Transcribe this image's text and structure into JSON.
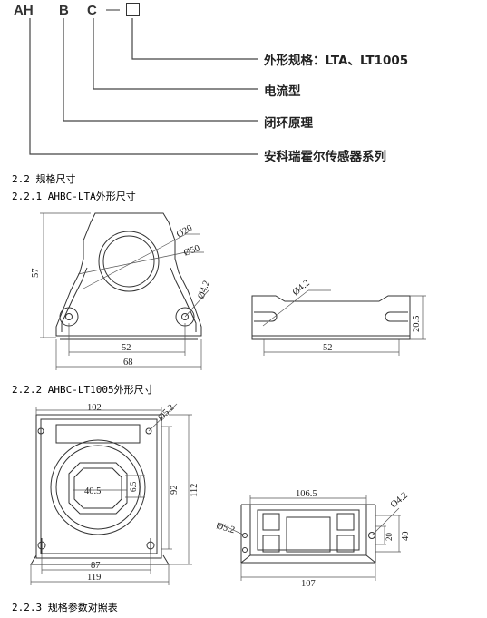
{
  "model_code": {
    "part1": "AH",
    "part2": "B",
    "part3": "C",
    "separator": "—",
    "placeholder_box": "□"
  },
  "model_legend": [
    "外形规格：LTA、LT1005",
    "电流型",
    "闭环原理",
    "安科瑞霍尔传感器系列"
  ],
  "sections": {
    "s22": "2.2 规格尺寸",
    "s221": "2.2.1 AHBC-LTA外形尺寸",
    "s222": "2.2.2 AHBC-LT1005外形尺寸",
    "s223": "2.2.3 规格参数对照表"
  },
  "lta_dims": {
    "height": "57",
    "hole_dia": "Ø20",
    "outer_dia": "Ø50",
    "mount_hole": "Ø4.2",
    "mount_span": "52",
    "base_width": "68",
    "side_mount_hole": "Ø4.2",
    "side_height": "20.5",
    "side_span": "52"
  },
  "lt1005_dims": {
    "top_width": "102",
    "mount_hole_top": "Ø5.2",
    "window_w": "40.5",
    "window_h": "6.5",
    "inner_height": "92",
    "outer_height": "112",
    "mount_span": "87",
    "base_width": "119",
    "side_top": "106.5",
    "side_left_hole": "Ø5.2",
    "side_right_hole": "Ø4.2",
    "side_small": "20",
    "side_height": "40",
    "side_bottom": "107"
  }
}
